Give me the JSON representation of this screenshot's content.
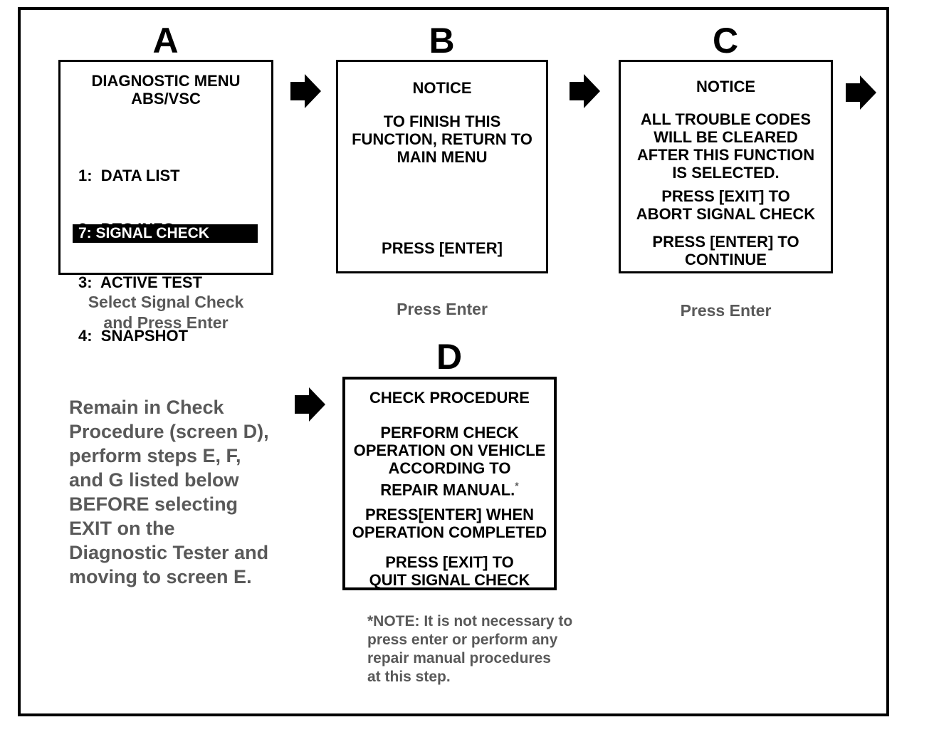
{
  "screen_a": {
    "label": "A",
    "title_line1": "DIAGNOSTIC MENU",
    "title_line2": "ABS/VSC",
    "items": [
      "1:  DATA LIST",
      "2:  DTC INFO",
      "3:  ACTIVE TEST",
      "4:  SNAPSHOT"
    ],
    "highlighted_item": "7: SIGNAL CHECK",
    "caption_line1": "Select Signal Check",
    "caption_line2": "and Press Enter"
  },
  "screen_b": {
    "label": "B",
    "heading": "NOTICE",
    "body": [
      "TO FINISH THIS",
      "FUNCTION, RETURN TO",
      "MAIN MENU"
    ],
    "footer": "PRESS [ENTER]",
    "caption": "Press Enter"
  },
  "screen_c": {
    "label": "C",
    "heading": "NOTICE",
    "para1": [
      "ALL TROUBLE CODES",
      "WILL BE CLEARED",
      "AFTER THIS FUNCTION",
      "IS SELECTED."
    ],
    "para2": [
      "PRESS [EXIT] TO",
      "ABORT SIGNAL CHECK"
    ],
    "para3": [
      "PRESS [ENTER] TO",
      "CONTINUE"
    ],
    "caption": "Press Enter"
  },
  "screen_d": {
    "label": "D",
    "heading": "CHECK PROCEDURE",
    "para1": [
      "PERFORM CHECK",
      "OPERATION ON VEHICLE",
      "ACCORDING TO",
      "REPAIR MANUAL."
    ],
    "asterisk": "*",
    "para2": [
      "PRESS[ENTER] WHEN",
      "OPERATION COMPLETED"
    ],
    "para3": [
      "PRESS [EXIT] TO",
      "QUIT SIGNAL CHECK"
    ],
    "note": [
      "*NOTE: It is not necessary to",
      "press enter or perform any",
      "repair manual procedures",
      "at this step."
    ]
  },
  "side_note": {
    "lines": [
      "Remain in Check",
      "Procedure (screen D),",
      "perform steps E, F,",
      "and G listed below",
      "BEFORE selecting",
      "EXIT on the",
      "Diagnostic Tester and",
      "moving to screen E."
    ]
  },
  "colors": {
    "ink": "#000000",
    "paper": "#ffffff",
    "dithered_text": "#595959",
    "highlight_bg": "#000000",
    "highlight_fg": "#ffffff"
  }
}
